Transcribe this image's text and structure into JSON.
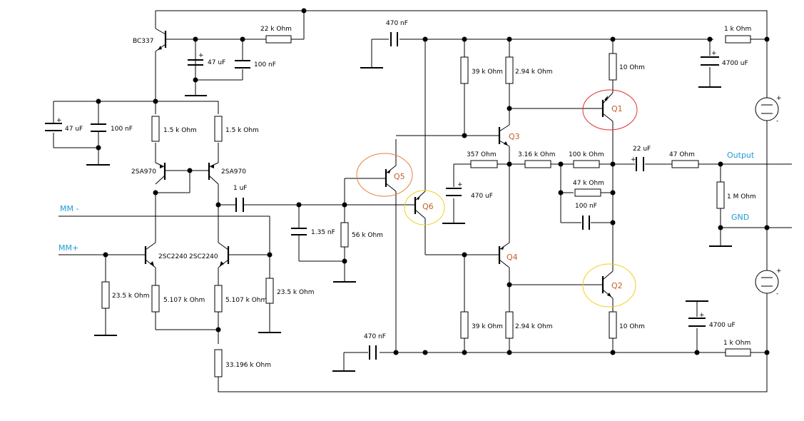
{
  "labels": {
    "bc337": "BC337",
    "r22k": "22 k Ohm",
    "c47uf_top": "47 uF",
    "c100nf_top": "100 nF",
    "c47uf_left": "47 uF",
    "c100nf_left": "100 nF",
    "r15k_a": "1.5 k Ohm",
    "r15k_b": "1.5 k Ohm",
    "sa970_a": "2SA970",
    "sa970_b": "2SA970",
    "c1uf": "1 uF",
    "c135nf": "1.35 nF",
    "r56k": "56 k Ohm",
    "sc2240_a": "2SC2240",
    "sc2240_b": "2SC2240",
    "r235k_a": "23.5 k Ohm",
    "r235k_b": "23.5 k Ohm",
    "r5107_a": "5.107 k Ohm",
    "r5107_b": "5.107 k Ohm",
    "r33196": "33.196 k Ohm",
    "c470nf_top": "470 nF",
    "c470nf_bot": "470 nF",
    "r39k_top": "39 k Ohm",
    "r294k_top": "2.94 k Ohm",
    "r39k_bot": "39 k Ohm",
    "r294k_bot": "2.94 k Ohm",
    "r357": "357  Ohm",
    "c470uf": "470 uF",
    "r316k": "3.16 k Ohm",
    "r100k": "100 k Ohm",
    "r47k": "47 k Ohm",
    "c100nf_fb": "100 nF",
    "r10_top": "10  Ohm",
    "r10_bot": "10  Ohm",
    "c22uf": "22 uF",
    "r47": "47  Ohm",
    "r1m": "1 M Ohm",
    "r1k_top": "1 k Ohm",
    "r1k_bot": "1 k Ohm",
    "c4700_top": "4700 uF",
    "c4700_bot": "4700 uF"
  },
  "signals": {
    "mm_minus": "MM -",
    "mm_plus": "MM+",
    "output": "Output",
    "gnd": "GND"
  },
  "transistors": {
    "q1": "Q1",
    "q2": "Q2",
    "q3": "Q3",
    "q4": "Q4",
    "q5": "Q5",
    "q6": "Q6"
  },
  "supply": {
    "plus": "+",
    "minus": "-"
  },
  "colors": {
    "signal_label": "#1f9bd7",
    "transistor_label": "#c0602a",
    "highlight_q1": "#e03030",
    "highlight_q5": "#e08040",
    "highlight_yellow": "#f0d020"
  }
}
